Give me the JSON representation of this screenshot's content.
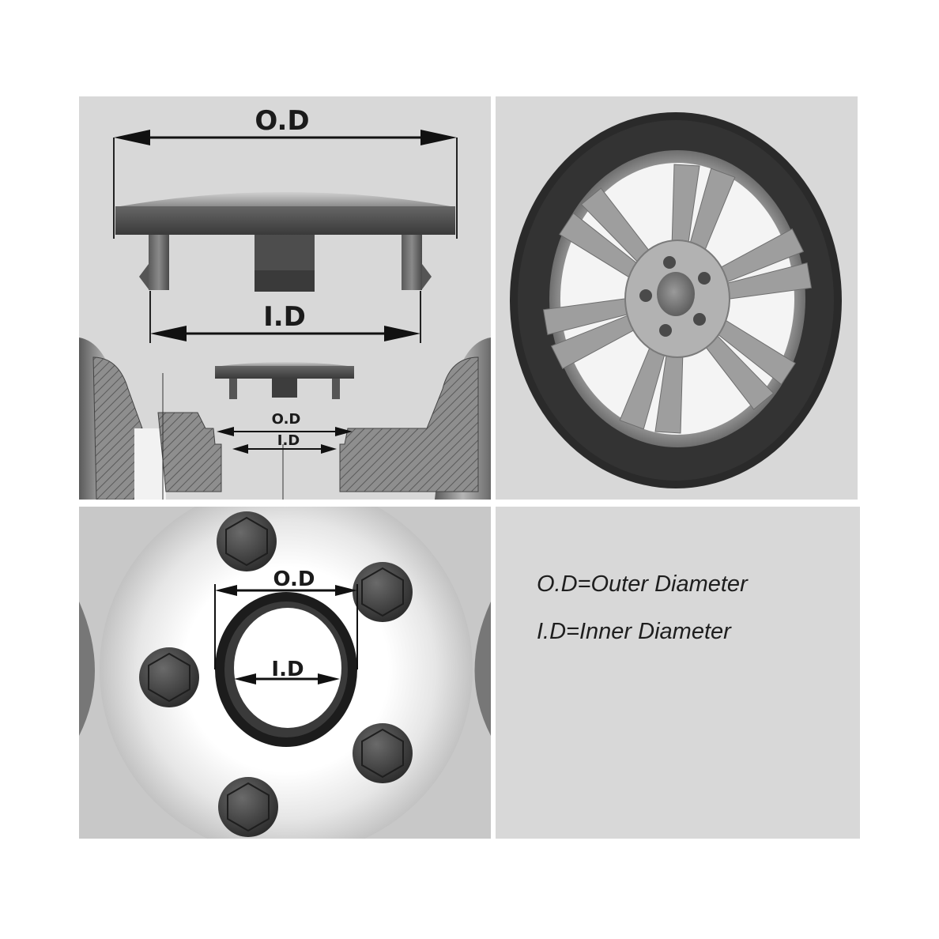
{
  "panel_cap_diagram": {
    "od_label": "O.D",
    "id_label": "I.D",
    "small_od_label": "O.D",
    "small_id_label": "I.D"
  },
  "panel_ring_diagram": {
    "od_label": "O.D",
    "id_label": "I.D"
  },
  "legend": {
    "od_definition": "O.D=Outer Diameter",
    "id_definition": "I.D=Inner Diameter"
  }
}
